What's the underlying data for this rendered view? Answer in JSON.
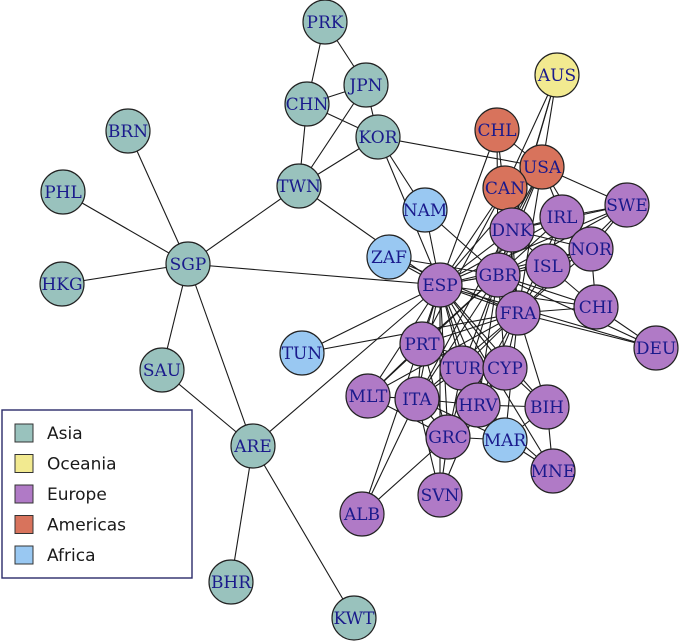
{
  "groups": [
    {
      "id": "asia",
      "label": "Asia",
      "color": "#99c2bd"
    },
    {
      "id": "oceania",
      "label": "Oceania",
      "color": "#f2ea90"
    },
    {
      "id": "europe",
      "label": "Europe",
      "color": "#b07ac6"
    },
    {
      "id": "americas",
      "label": "Americas",
      "color": "#d8735c"
    },
    {
      "id": "africa",
      "label": "Africa",
      "color": "#99c8f2"
    }
  ],
  "nodes": [
    {
      "id": "PRK",
      "group": "asia"
    },
    {
      "id": "JPN",
      "group": "asia"
    },
    {
      "id": "CHN",
      "group": "asia"
    },
    {
      "id": "KOR",
      "group": "asia"
    },
    {
      "id": "TWN",
      "group": "asia"
    },
    {
      "id": "BRN",
      "group": "asia"
    },
    {
      "id": "PHL",
      "group": "asia"
    },
    {
      "id": "SGP",
      "group": "asia"
    },
    {
      "id": "HKG",
      "group": "asia"
    },
    {
      "id": "SAU",
      "group": "asia"
    },
    {
      "id": "ARE",
      "group": "asia"
    },
    {
      "id": "BHR",
      "group": "asia"
    },
    {
      "id": "KWT",
      "group": "asia"
    },
    {
      "id": "AUS",
      "group": "oceania"
    },
    {
      "id": "CHL",
      "group": "americas"
    },
    {
      "id": "USA",
      "group": "americas"
    },
    {
      "id": "CAN",
      "group": "americas"
    },
    {
      "id": "NAM",
      "group": "africa"
    },
    {
      "id": "ZAF",
      "group": "africa"
    },
    {
      "id": "TUN",
      "group": "africa"
    },
    {
      "id": "MAR",
      "group": "africa"
    },
    {
      "id": "SWE",
      "group": "europe"
    },
    {
      "id": "DNK",
      "group": "europe"
    },
    {
      "id": "IRL",
      "group": "europe"
    },
    {
      "id": "NOR",
      "group": "europe"
    },
    {
      "id": "GBR",
      "group": "europe"
    },
    {
      "id": "ISL",
      "group": "europe"
    },
    {
      "id": "ESP",
      "group": "europe"
    },
    {
      "id": "FRA",
      "group": "europe"
    },
    {
      "id": "CHI",
      "group": "europe"
    },
    {
      "id": "DEU",
      "group": "europe"
    },
    {
      "id": "PRT",
      "group": "europe"
    },
    {
      "id": "TUR",
      "group": "europe"
    },
    {
      "id": "CYP",
      "group": "europe"
    },
    {
      "id": "MLT",
      "group": "europe"
    },
    {
      "id": "ITA",
      "group": "europe"
    },
    {
      "id": "HRV",
      "group": "europe"
    },
    {
      "id": "BIH",
      "group": "europe"
    },
    {
      "id": "GRC",
      "group": "europe"
    },
    {
      "id": "MNE",
      "group": "europe"
    },
    {
      "id": "ALB",
      "group": "europe"
    },
    {
      "id": "SVN",
      "group": "europe"
    }
  ],
  "edges": [
    [
      "PRK",
      "JPN"
    ],
    [
      "PRK",
      "CHN"
    ],
    [
      "JPN",
      "CHN"
    ],
    [
      "JPN",
      "KOR"
    ],
    [
      "CHN",
      "KOR"
    ],
    [
      "JPN",
      "TWN"
    ],
    [
      "CHN",
      "TWN"
    ],
    [
      "KOR",
      "TWN"
    ],
    [
      "KOR",
      "ESP"
    ],
    [
      "KOR",
      "USA"
    ],
    [
      "KOR",
      "NAM"
    ],
    [
      "TWN",
      "SGP"
    ],
    [
      "TWN",
      "ESP"
    ],
    [
      "BRN",
      "SGP"
    ],
    [
      "PHL",
      "SGP"
    ],
    [
      "HKG",
      "SGP"
    ],
    [
      "SAU",
      "SGP"
    ],
    [
      "SGP",
      "ARE"
    ],
    [
      "SGP",
      "ESP"
    ],
    [
      "SAU",
      "ARE"
    ],
    [
      "ARE",
      "BHR"
    ],
    [
      "ARE",
      "KWT"
    ],
    [
      "ARE",
      "ESP"
    ],
    [
      "AUS",
      "USA"
    ],
    [
      "AUS",
      "CAN"
    ],
    [
      "AUS",
      "GBR"
    ],
    [
      "AUS",
      "DNK"
    ],
    [
      "CHL",
      "ESP"
    ],
    [
      "CHL",
      "USA"
    ],
    [
      "CHL",
      "FRA"
    ],
    [
      "CHL",
      "GBR"
    ],
    [
      "USA",
      "ESP"
    ],
    [
      "USA",
      "GBR"
    ],
    [
      "USA",
      "FRA"
    ],
    [
      "USA",
      "DNK"
    ],
    [
      "USA",
      "CAN"
    ],
    [
      "USA",
      "IRL"
    ],
    [
      "USA",
      "SWE"
    ],
    [
      "USA",
      "NOR"
    ],
    [
      "USA",
      "ITA"
    ],
    [
      "CAN",
      "ESP"
    ],
    [
      "CAN",
      "GBR"
    ],
    [
      "CAN",
      "FRA"
    ],
    [
      "CAN",
      "DNK"
    ],
    [
      "CAN",
      "PRT"
    ],
    [
      "NAM",
      "ESP"
    ],
    [
      "ZAF",
      "ESP"
    ],
    [
      "NAM",
      "GBR"
    ],
    [
      "ZAF",
      "GBR"
    ],
    [
      "ZAF",
      "FRA"
    ],
    [
      "TUN",
      "ESP"
    ],
    [
      "TUN",
      "FRA"
    ],
    [
      "ESP",
      "GBR"
    ],
    [
      "ESP",
      "FRA"
    ],
    [
      "ESP",
      "DNK"
    ],
    [
      "ESP",
      "IRL"
    ],
    [
      "ESP",
      "ISL"
    ],
    [
      "ESP",
      "NOR"
    ],
    [
      "ESP",
      "SWE"
    ],
    [
      "ESP",
      "CHI"
    ],
    [
      "ESP",
      "DEU"
    ],
    [
      "ESP",
      "PRT"
    ],
    [
      "ESP",
      "TUR"
    ],
    [
      "ESP",
      "CYP"
    ],
    [
      "ESP",
      "MLT"
    ],
    [
      "ESP",
      "ITA"
    ],
    [
      "ESP",
      "HRV"
    ],
    [
      "ESP",
      "GRC"
    ],
    [
      "ESP",
      "BIH"
    ],
    [
      "ESP",
      "MAR"
    ],
    [
      "ESP",
      "MNE"
    ],
    [
      "ESP",
      "ALB"
    ],
    [
      "ESP",
      "SVN"
    ],
    [
      "GBR",
      "FRA"
    ],
    [
      "GBR",
      "DNK"
    ],
    [
      "GBR",
      "IRL"
    ],
    [
      "GBR",
      "ISL"
    ],
    [
      "GBR",
      "NOR"
    ],
    [
      "GBR",
      "SWE"
    ],
    [
      "GBR",
      "CHI"
    ],
    [
      "GBR",
      "PRT"
    ],
    [
      "GBR",
      "ITA"
    ],
    [
      "GBR",
      "TUR"
    ],
    [
      "GBR",
      "CYP"
    ],
    [
      "GBR",
      "GRC"
    ],
    [
      "GBR",
      "HRV"
    ],
    [
      "GBR",
      "MLT"
    ],
    [
      "GBR",
      "DEU"
    ],
    [
      "FRA",
      "DNK"
    ],
    [
      "FRA",
      "IRL"
    ],
    [
      "FRA",
      "ISL"
    ],
    [
      "FRA",
      "NOR"
    ],
    [
      "FRA",
      "SWE"
    ],
    [
      "FRA",
      "CHI"
    ],
    [
      "FRA",
      "DEU"
    ],
    [
      "FRA",
      "PRT"
    ],
    [
      "FRA",
      "TUR"
    ],
    [
      "FRA",
      "CYP"
    ],
    [
      "FRA",
      "ITA"
    ],
    [
      "FRA",
      "HRV"
    ],
    [
      "FRA",
      "GRC"
    ],
    [
      "FRA",
      "MAR"
    ],
    [
      "FRA",
      "BIH"
    ],
    [
      "FRA",
      "MLT"
    ],
    [
      "DNK",
      "IRL"
    ],
    [
      "DNK",
      "SWE"
    ],
    [
      "DNK",
      "NOR"
    ],
    [
      "DNK",
      "ISL"
    ],
    [
      "IRL",
      "SWE"
    ],
    [
      "IRL",
      "NOR"
    ],
    [
      "IRL",
      "ISL"
    ],
    [
      "NOR",
      "SWE"
    ],
    [
      "NOR",
      "ISL"
    ],
    [
      "ISL",
      "CHI"
    ],
    [
      "NOR",
      "CHI"
    ],
    [
      "CHI",
      "DEU"
    ],
    [
      "PRT",
      "ITA"
    ],
    [
      "PRT",
      "TUR"
    ],
    [
      "PRT",
      "MLT"
    ],
    [
      "PRT",
      "CYP"
    ],
    [
      "TUR",
      "CYP"
    ],
    [
      "TUR",
      "ITA"
    ],
    [
      "TUR",
      "HRV"
    ],
    [
      "TUR",
      "GRC"
    ],
    [
      "CYP",
      "GRC"
    ],
    [
      "CYP",
      "HRV"
    ],
    [
      "CYP",
      "BIH"
    ],
    [
      "MLT",
      "ITA"
    ],
    [
      "ITA",
      "HRV"
    ],
    [
      "ITA",
      "GRC"
    ],
    [
      "ITA",
      "ALB"
    ],
    [
      "ITA",
      "SVN"
    ],
    [
      "ITA",
      "MAR"
    ],
    [
      "HRV",
      "GRC"
    ],
    [
      "HRV",
      "BIH"
    ],
    [
      "HRV",
      "MNE"
    ],
    [
      "HRV",
      "MAR"
    ],
    [
      "HRV",
      "SVN"
    ],
    [
      "GRC",
      "MAR"
    ],
    [
      "GRC",
      "ALB"
    ],
    [
      "GRC",
      "SVN"
    ],
    [
      "BIH",
      "MNE"
    ],
    [
      "BIH",
      "MAR"
    ],
    [
      "MAR",
      "MNE"
    ],
    [
      "MLT",
      "GRC"
    ],
    [
      "PRT",
      "GRC"
    ],
    [
      "TUR",
      "MAR"
    ]
  ],
  "legend": {
    "items": [
      "Asia",
      "Oceania",
      "Europe",
      "Americas",
      "Africa"
    ]
  }
}
